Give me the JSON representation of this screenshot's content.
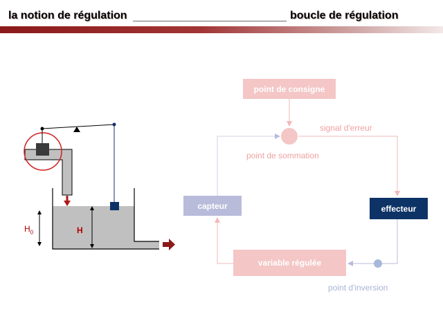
{
  "header": {
    "title_left": "la notion de régulation",
    "title_right": "boucle de régulation"
  },
  "tank": {
    "label_h0": "H",
    "label_h0_sub": "0",
    "label_h": "H"
  },
  "loop": {
    "consigne": "point de consigne",
    "signal_erreur": "signal d'erreur",
    "sommation": "point de sommation",
    "capteur": "capteur",
    "effecteur": "effecteur",
    "variable": "variable régulée",
    "inversion": "point d'inversion"
  },
  "colors": {
    "accent_dark_red": "#8b1a1a",
    "pink": "#f4c6c6",
    "navy": "#0d3366",
    "lavender": "#b9bbdb"
  }
}
